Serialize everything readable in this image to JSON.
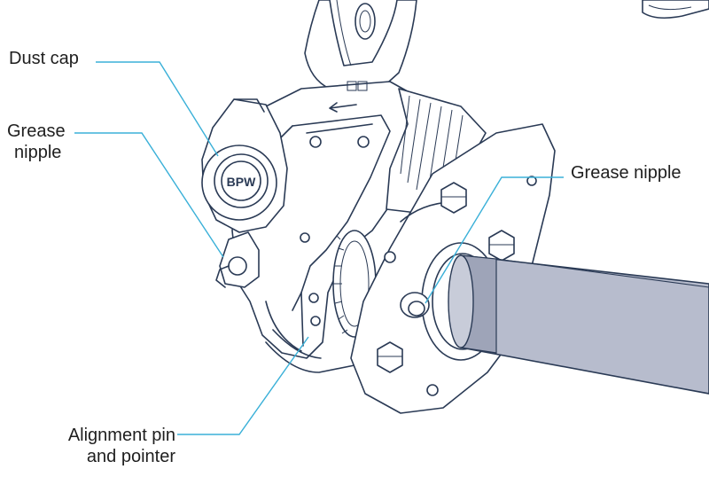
{
  "diagram": {
    "callouts": {
      "dust_cap": "Dust cap",
      "grease_nipple_left_line1": "Grease",
      "grease_nipple_left_line2": "nipple",
      "grease_nipple_right": "Grease nipple",
      "alignment_line1": "Alignment pin",
      "alignment_line2": "and pointer"
    },
    "logo_text": "BPW",
    "colors": {
      "line": "#2a3a55",
      "leader": "#3ab0d8",
      "shaft": "#b7bccd",
      "shaft_dark": "#9ea4b8",
      "background": "#ffffff"
    }
  }
}
